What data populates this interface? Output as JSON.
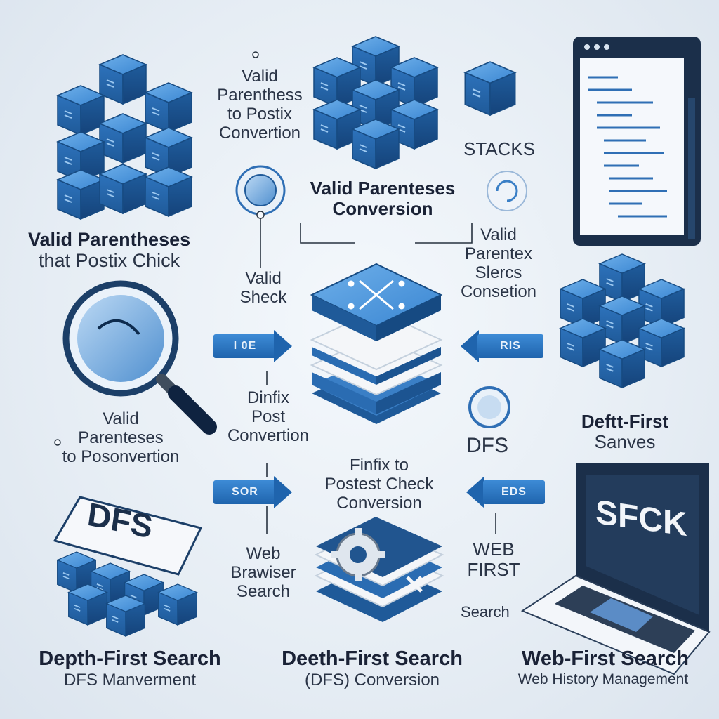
{
  "labels": {
    "top_left_cubes": [
      "Valid Parentheses",
      "that Postix Chick"
    ],
    "top_center_text": [
      "Valid",
      "Parenthess",
      "to Postix",
      "Convertion"
    ],
    "stacks": "STACKS",
    "valid_parentheses_conversion": [
      "Valid Parenteses",
      "Conversion"
    ],
    "valid_check": [
      "Valid",
      "Sheck"
    ],
    "right_middle_text": [
      "Valid",
      "Parentex",
      "Slercs",
      "Consetion"
    ],
    "magnifier_text": [
      "Valid",
      "Parenteses",
      "to Posonvertion"
    ],
    "center_text": [
      "Dinfix",
      "Post",
      "Convertion"
    ],
    "deftt_first": [
      "Deftt-First",
      "Sanves"
    ],
    "dfs": "DFS",
    "finfix_text": [
      "Finfix to",
      "Postest Check",
      "Conversion"
    ],
    "web_browser_search": [
      "Web",
      "Brawiser",
      "Search"
    ],
    "web_first": [
      "WEB",
      "FIRST"
    ],
    "search": "Search",
    "bottom_left_title": "Depth-First Search",
    "bottom_left_sub": "DFS Manverment",
    "bottom_center_title": "Deeth-First Search",
    "bottom_center_sub": "(DFS) Conversion",
    "bottom_right_title": "Web-First Search",
    "bottom_right_sub": "Web History Management"
  },
  "arrows": {
    "left_top": "I 0E",
    "right_top": "RIS",
    "left_bottom": "SOR",
    "right_bottom": "EDS"
  },
  "keyboard_card": "DFS",
  "laptop_screen": "SFCK",
  "colors": {
    "accent_blue": "#2f79c4",
    "dark_blue": "#1c4f86",
    "navy": "#1b2f4a"
  }
}
